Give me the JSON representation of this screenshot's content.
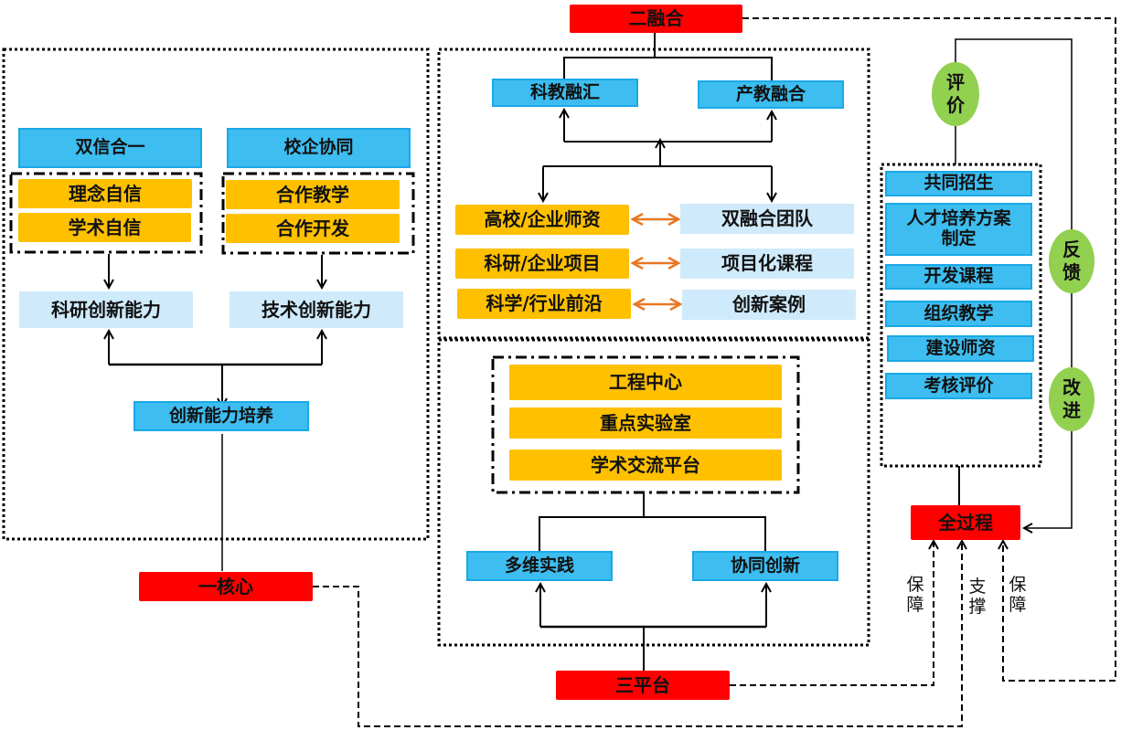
{
  "core": {
    "one_core": "一核心",
    "two_fusion": "二融合",
    "three_platform": "三平台",
    "whole_process": "全过程"
  },
  "left_panel": {
    "dual_confidence": "双信合一",
    "school_enterprise": "校企协同",
    "concept_confidence": "理念自信",
    "academic_confidence": "学术自信",
    "coop_teaching": "合作教学",
    "coop_development": "合作开发",
    "research_innovation": "科研创新能力",
    "tech_innovation": "技术创新能力",
    "innovation_training": "创新能力培养"
  },
  "fusion_panel": {
    "sci_edu": "科教融汇",
    "ind_edu": "产教融合",
    "rows": [
      {
        "left": "高校/企业师资",
        "right": "双融合团队"
      },
      {
        "left": "科研/企业项目",
        "right": "项目化课程"
      },
      {
        "left": "科学/行业前沿",
        "right": "创新案例"
      }
    ]
  },
  "platform_panel": {
    "items": [
      "工程中心",
      "重点实验室",
      "学术交流平台"
    ],
    "multi_practice": "多维实践",
    "coop_innovation": "协同创新"
  },
  "process_panel": {
    "steps": [
      "共同招生",
      "人才培养方案制定",
      "开发课程",
      "组织教学",
      "建设师资",
      "考核评价"
    ],
    "evaluate": [
      "评",
      "价"
    ],
    "feedback": [
      "反",
      "馈"
    ],
    "improve": [
      "改",
      "进"
    ]
  },
  "connectors": {
    "guarantee_1": [
      "保",
      "障"
    ],
    "support": [
      "支",
      "撑"
    ],
    "guarantee_2": [
      "保",
      "障"
    ]
  },
  "colors": {
    "red": "#ff0000",
    "blue": "#3dbdf0",
    "light_blue": "#cfeafb",
    "orange": "#ffc000",
    "green": "#92d050",
    "arrow_orange": "#e87722"
  }
}
